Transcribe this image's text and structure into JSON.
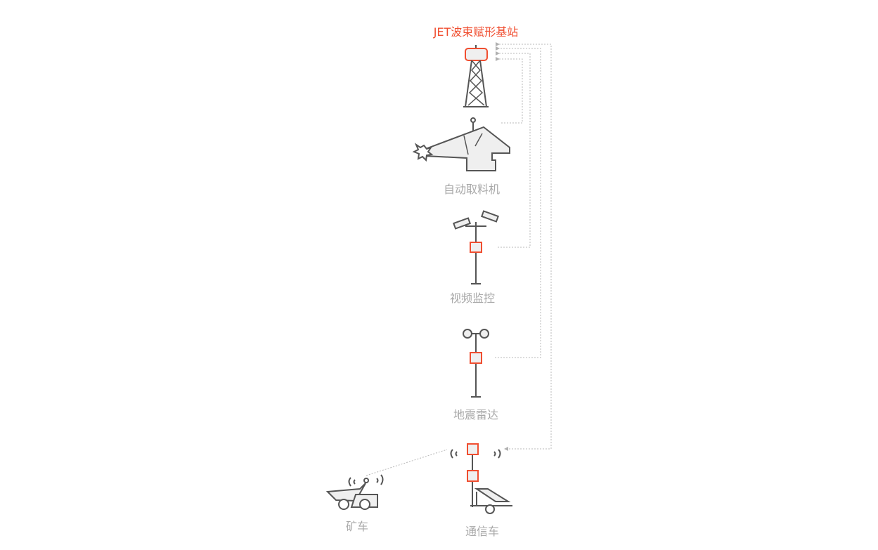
{
  "title": "JET波束赋形基站",
  "nodes": {
    "stacker": "自动取料机",
    "video": "视频监控",
    "radar": "地震雷达",
    "mine_truck": "矿车",
    "comm_truck": "通信车"
  },
  "colors": {
    "accent": "#f04e30",
    "line": "#555555",
    "dash": "#b0b0b0",
    "label": "#a8a8a8",
    "fill": "#efefef"
  }
}
